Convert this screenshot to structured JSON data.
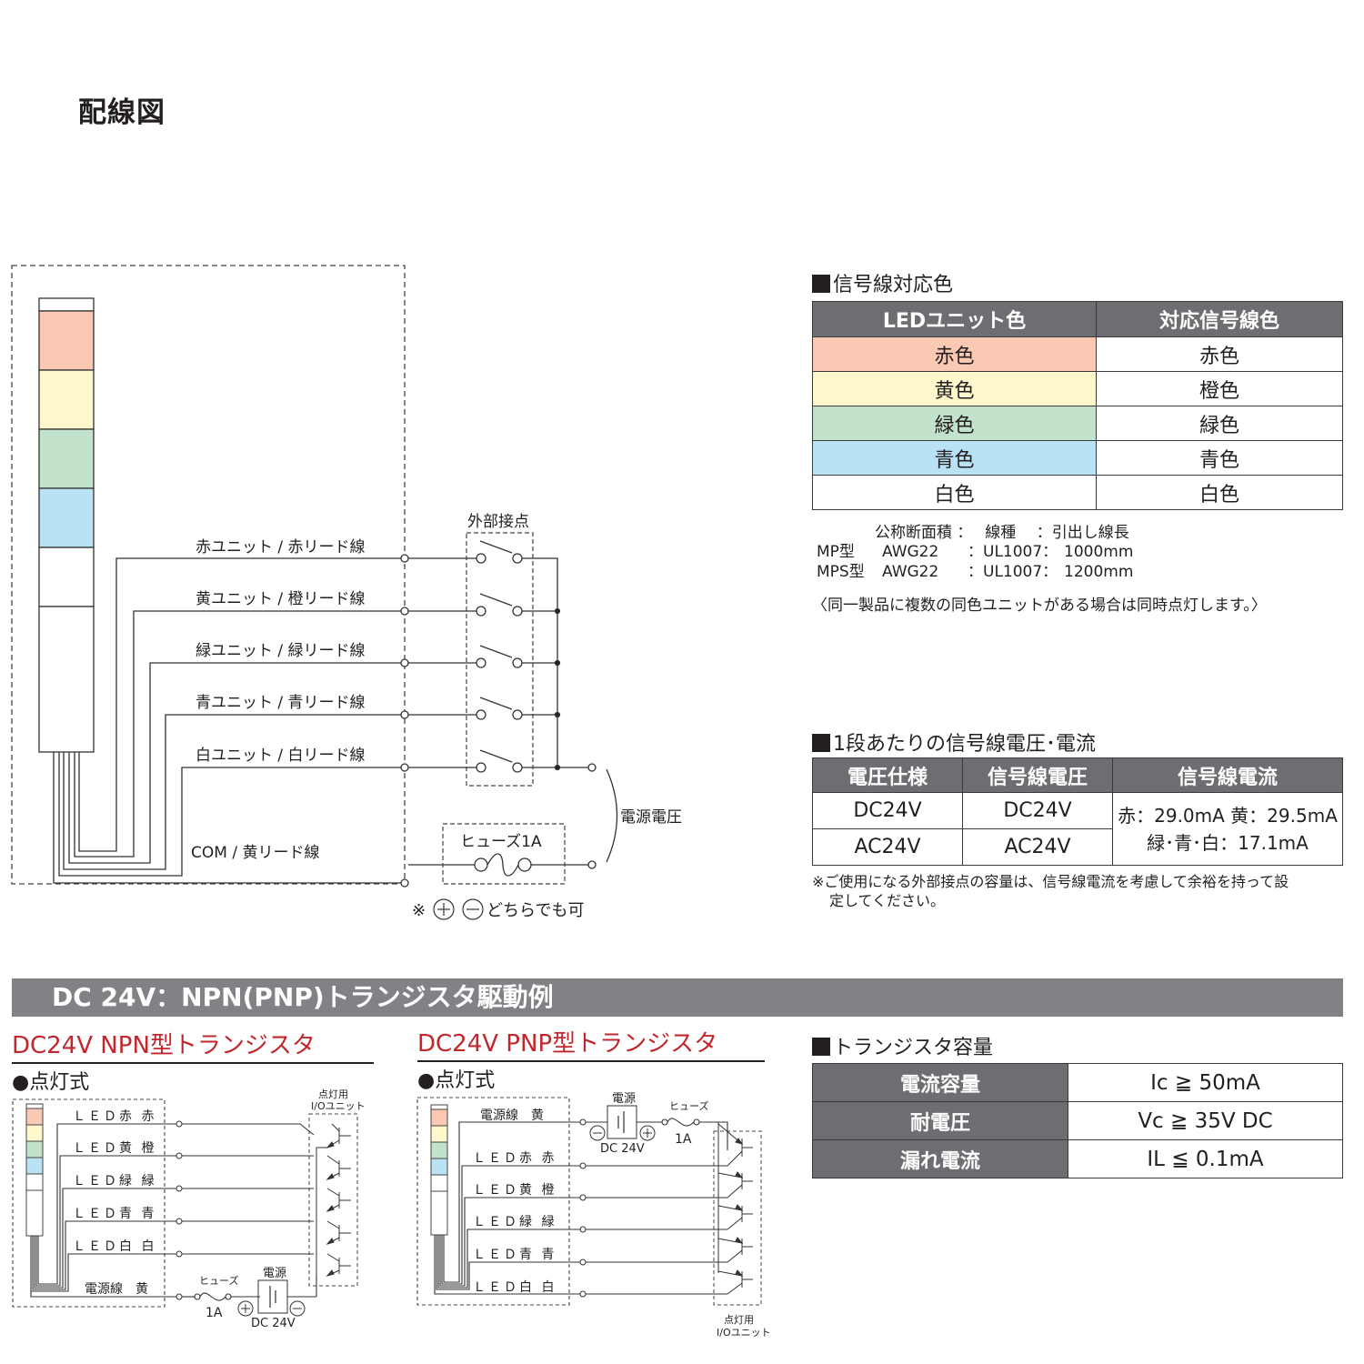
{
  "page_title": "配線図",
  "colors": {
    "red_unit": "#f9c9b4",
    "yellow_unit": "#fff8cc",
    "green_unit": "#c3e2cb",
    "blue_unit": "#b9e2f5",
    "white_unit": "#ffffff",
    "header_gray": "#6d6e71",
    "banner_gray": "#808285",
    "accent_red": "#c1272d"
  },
  "wiring_diagram": {
    "leads": [
      {
        "label": "赤ユニット / 赤リード線"
      },
      {
        "label": "黄ユニット / 橙リード線"
      },
      {
        "label": "緑ユニット / 緑リード線"
      },
      {
        "label": "青ユニット / 青リード線"
      },
      {
        "label": "白ユニット / 白リード線"
      }
    ],
    "com_label": "COM / 黄リード線",
    "external_contact_label": "外部接点",
    "fuse_label": "ヒューズ1A",
    "power_voltage_label": "電源電圧",
    "polarity_note_prefix": "※",
    "polarity_note_plus": "+",
    "polarity_note_minus": "−",
    "polarity_note_suffix": "どちらでも可"
  },
  "signal_color_table": {
    "heading": "信号線対応色",
    "headers": [
      "LEDユニット色",
      "対応信号線色"
    ],
    "rows": [
      [
        "赤色",
        "赤色"
      ],
      [
        "黄色",
        "橙色"
      ],
      [
        "緑色",
        "緑色"
      ],
      [
        "青色",
        "青色"
      ],
      [
        "白色",
        "白色"
      ]
    ],
    "spec_header": "公称断面積 ：　 線種　 ：引出し線長",
    "spec_rows": [
      {
        "model": "MP型",
        "awg": "AWG22",
        "wire": "：UL1007：",
        "length": "1000mm"
      },
      {
        "model": "MPS型",
        "awg": "AWG22",
        "wire": "：UL1007：",
        "length": "1200mm"
      }
    ],
    "note": "〈同一製品に複数の同色ユニットがある場合は同時点灯します。〉"
  },
  "voltage_current_table": {
    "heading": "1段あたりの信号線電圧･電流",
    "headers": [
      "電圧仕様",
      "信号線電圧",
      "信号線電流"
    ],
    "rows": [
      [
        "DC24V",
        "DC24V"
      ],
      [
        "AC24V",
        "AC24V"
      ]
    ],
    "current_line1": "赤：29.0mA 黄：29.5mA",
    "current_line2": "緑･青･白：17.1mA",
    "note_line1": "※ご使用になる外部接点の容量は、信号線電流を考慮して余裕を持って設",
    "note_line2": "定してください。"
  },
  "banner": {
    "title": "DC 24V：NPN(PNP)トランジスタ駆動例"
  },
  "npn_example": {
    "heading": "DC24V NPN型トランジスタ",
    "subheading": "●点灯式",
    "leads": [
      "ＬＥＤ赤 赤",
      "ＬＥＤ黄 橙",
      "ＬＥＤ緑 緑",
      "ＬＥＤ青 青",
      "ＬＥＤ白 白"
    ],
    "power_lead": "電源線　黄",
    "fuse_label": "ヒューズ",
    "fuse_rating": "1A",
    "power_label": "電源",
    "power_rating": "DC 24V",
    "io_label_1": "点灯用",
    "io_label_2": "I/Oユニット"
  },
  "pnp_example": {
    "heading": "DC24V PNP型トランジスタ",
    "subheading": "●点灯式",
    "leads": [
      "ＬＥＤ赤 赤",
      "ＬＥＤ黄 橙",
      "ＬＥＤ緑 緑",
      "ＬＥＤ青 青",
      "ＬＥＤ白 白"
    ],
    "power_lead": "電源線　黄",
    "fuse_label": "ヒューズ",
    "fuse_rating": "1A",
    "power_label": "電源",
    "power_rating": "DC 24V",
    "io_label_1": "点灯用",
    "io_label_2": "I/Oユニット"
  },
  "transistor_table": {
    "heading": "トランジスタ容量",
    "rows": [
      [
        "電流容量",
        "Ic ≧ 50mA"
      ],
      [
        "耐電圧",
        "Vc ≧ 35V DC"
      ],
      [
        "漏れ電流",
        "IL ≦ 0.1mA"
      ]
    ]
  }
}
